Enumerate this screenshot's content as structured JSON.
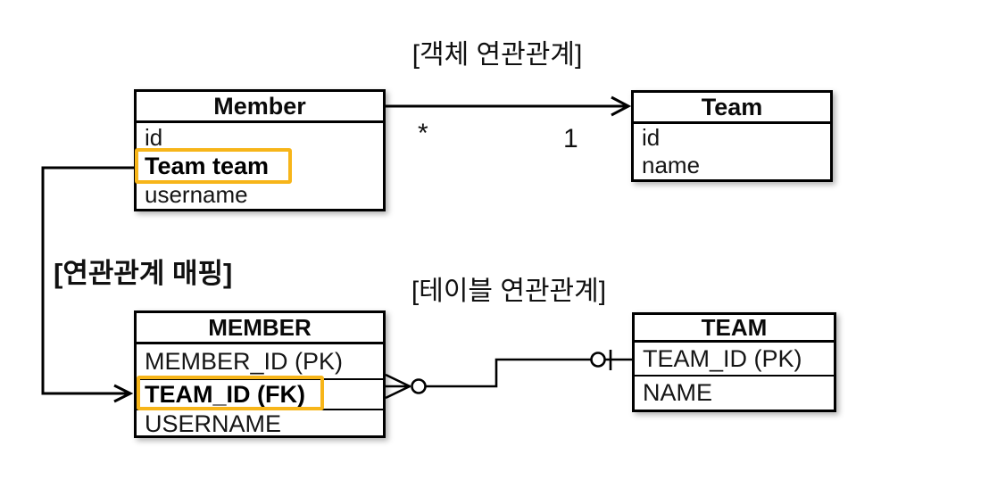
{
  "canvas": {
    "background": "#ffffff",
    "line_color": "#000000",
    "highlight_color": "#F7B519"
  },
  "titles": {
    "object_association": "[객체 연관관계]",
    "association_mapping": "[연관관계 매핑]",
    "table_association": "[테이블 연관관계]"
  },
  "object_diagram": {
    "member": {
      "title": "Member",
      "fields": [
        "id",
        "Team team",
        "username"
      ],
      "highlighted_field": "Team team"
    },
    "team": {
      "title": "Team",
      "fields": [
        "id",
        "name"
      ]
    },
    "multiplicity": {
      "many": "*",
      "one": "1"
    }
  },
  "table_diagram": {
    "member": {
      "title": "MEMBER",
      "fields": [
        "MEMBER_ID (PK)",
        "TEAM_ID (FK)",
        "USERNAME"
      ],
      "highlighted_field": "TEAM_ID (FK)"
    },
    "team": {
      "title": "TEAM",
      "fields": [
        "TEAM_ID (PK)",
        "NAME"
      ]
    }
  }
}
